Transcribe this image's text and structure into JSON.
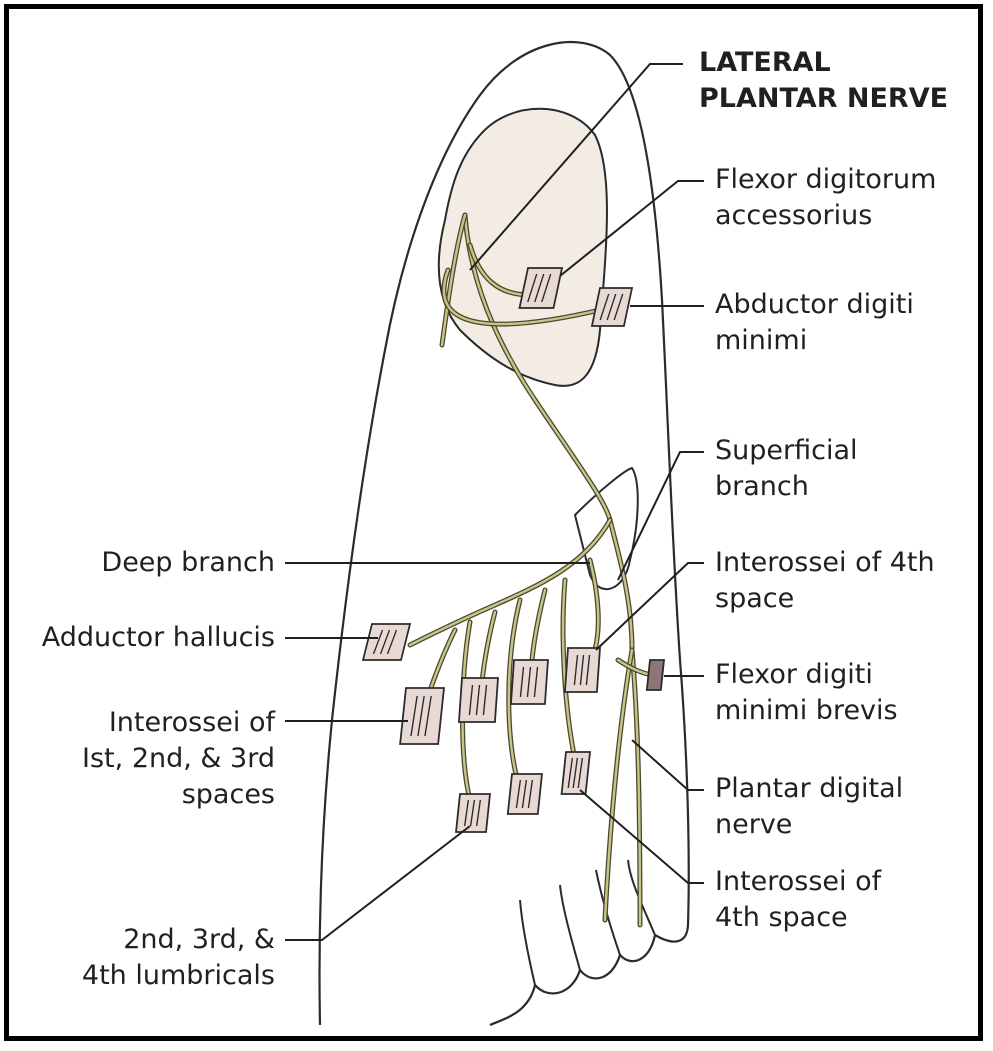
{
  "colors": {
    "outline": "#2b2b2b",
    "bone_fill": "#f3ece4",
    "nerve": "#c9c58a",
    "nerve_edge": "#4a4a2e",
    "muscle_fill": "#e9d9d4",
    "muscle_fill_dark": "#8c7678",
    "frame": "#000000",
    "text": "#231f20"
  },
  "labels": {
    "lateral_plantar_nerve": "LATERAL\nPLANTAR NERVE",
    "flexor_digitorum_accessorius": "Flexor digitorum\naccessorius",
    "abductor_digiti_minimi": "Abductor digiti\nminimi",
    "superficial_branch": "Superficial\nbranch",
    "deep_branch": "Deep branch",
    "interossei_4th_upper": "Interossei of 4th\nspace",
    "adductor_hallucis": "Adductor hallucis",
    "flexor_digiti_minimi_brevis": "Flexor digiti\nminimi brevis",
    "interossei_1st_2nd_3rd": "Interossei of\nIst, 2nd, & 3rd\nspaces",
    "plantar_digital_nerve": "Plantar digital\nnerve",
    "interossei_4th_lower": "Interossei of\n4th space",
    "lumbricals": "2nd, 3rd, &\n4th lumbricals"
  }
}
